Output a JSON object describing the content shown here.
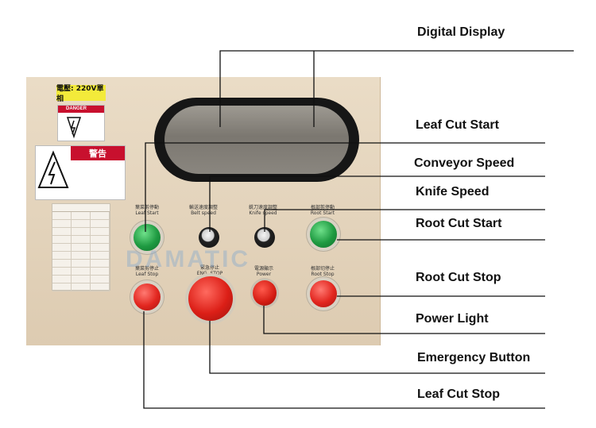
{
  "panel": {
    "voltage_sticker": "電壓: 220V單相",
    "danger_sticker": "DANGER",
    "warning_sticker": "警告",
    "brand_watermark": "DAMATIC",
    "controls": [
      {
        "label": "葉菜剪停動",
        "sublabel": "Leaf Start"
      },
      {
        "label": "輸送速度調整",
        "sublabel": "Belt speed"
      },
      {
        "label": "銑刀速度調整",
        "sublabel": "Knife speed"
      },
      {
        "label": "根部剪停動",
        "sublabel": "Root Start"
      },
      {
        "label": "葉菜剪停止",
        "sublabel": "Leaf Stop"
      },
      {
        "label": "緊急停止",
        "sublabel": "ENG. STOP"
      },
      {
        "label": "電源顯示",
        "sublabel": "Power"
      },
      {
        "label": "根部切停止",
        "sublabel": "Root Stop"
      }
    ]
  },
  "callouts": {
    "digital_display": "Digital Display",
    "leaf_cut_start": "Leaf Cut Start",
    "conveyor_speed": "Conveyor Speed",
    "knife_speed": "Knife Speed",
    "root_cut_start": "Root Cut Start",
    "root_cut_stop": "Root Cut Stop",
    "power_light": "Power Light",
    "emergency_button": "Emergency Button",
    "leaf_cut_stop": "Leaf Cut Stop"
  },
  "colors": {
    "start_button": "#1e9a41",
    "stop_button": "#e2261f",
    "warning_red": "#c8102e",
    "voltage_yellow": "#f3ea3a"
  }
}
